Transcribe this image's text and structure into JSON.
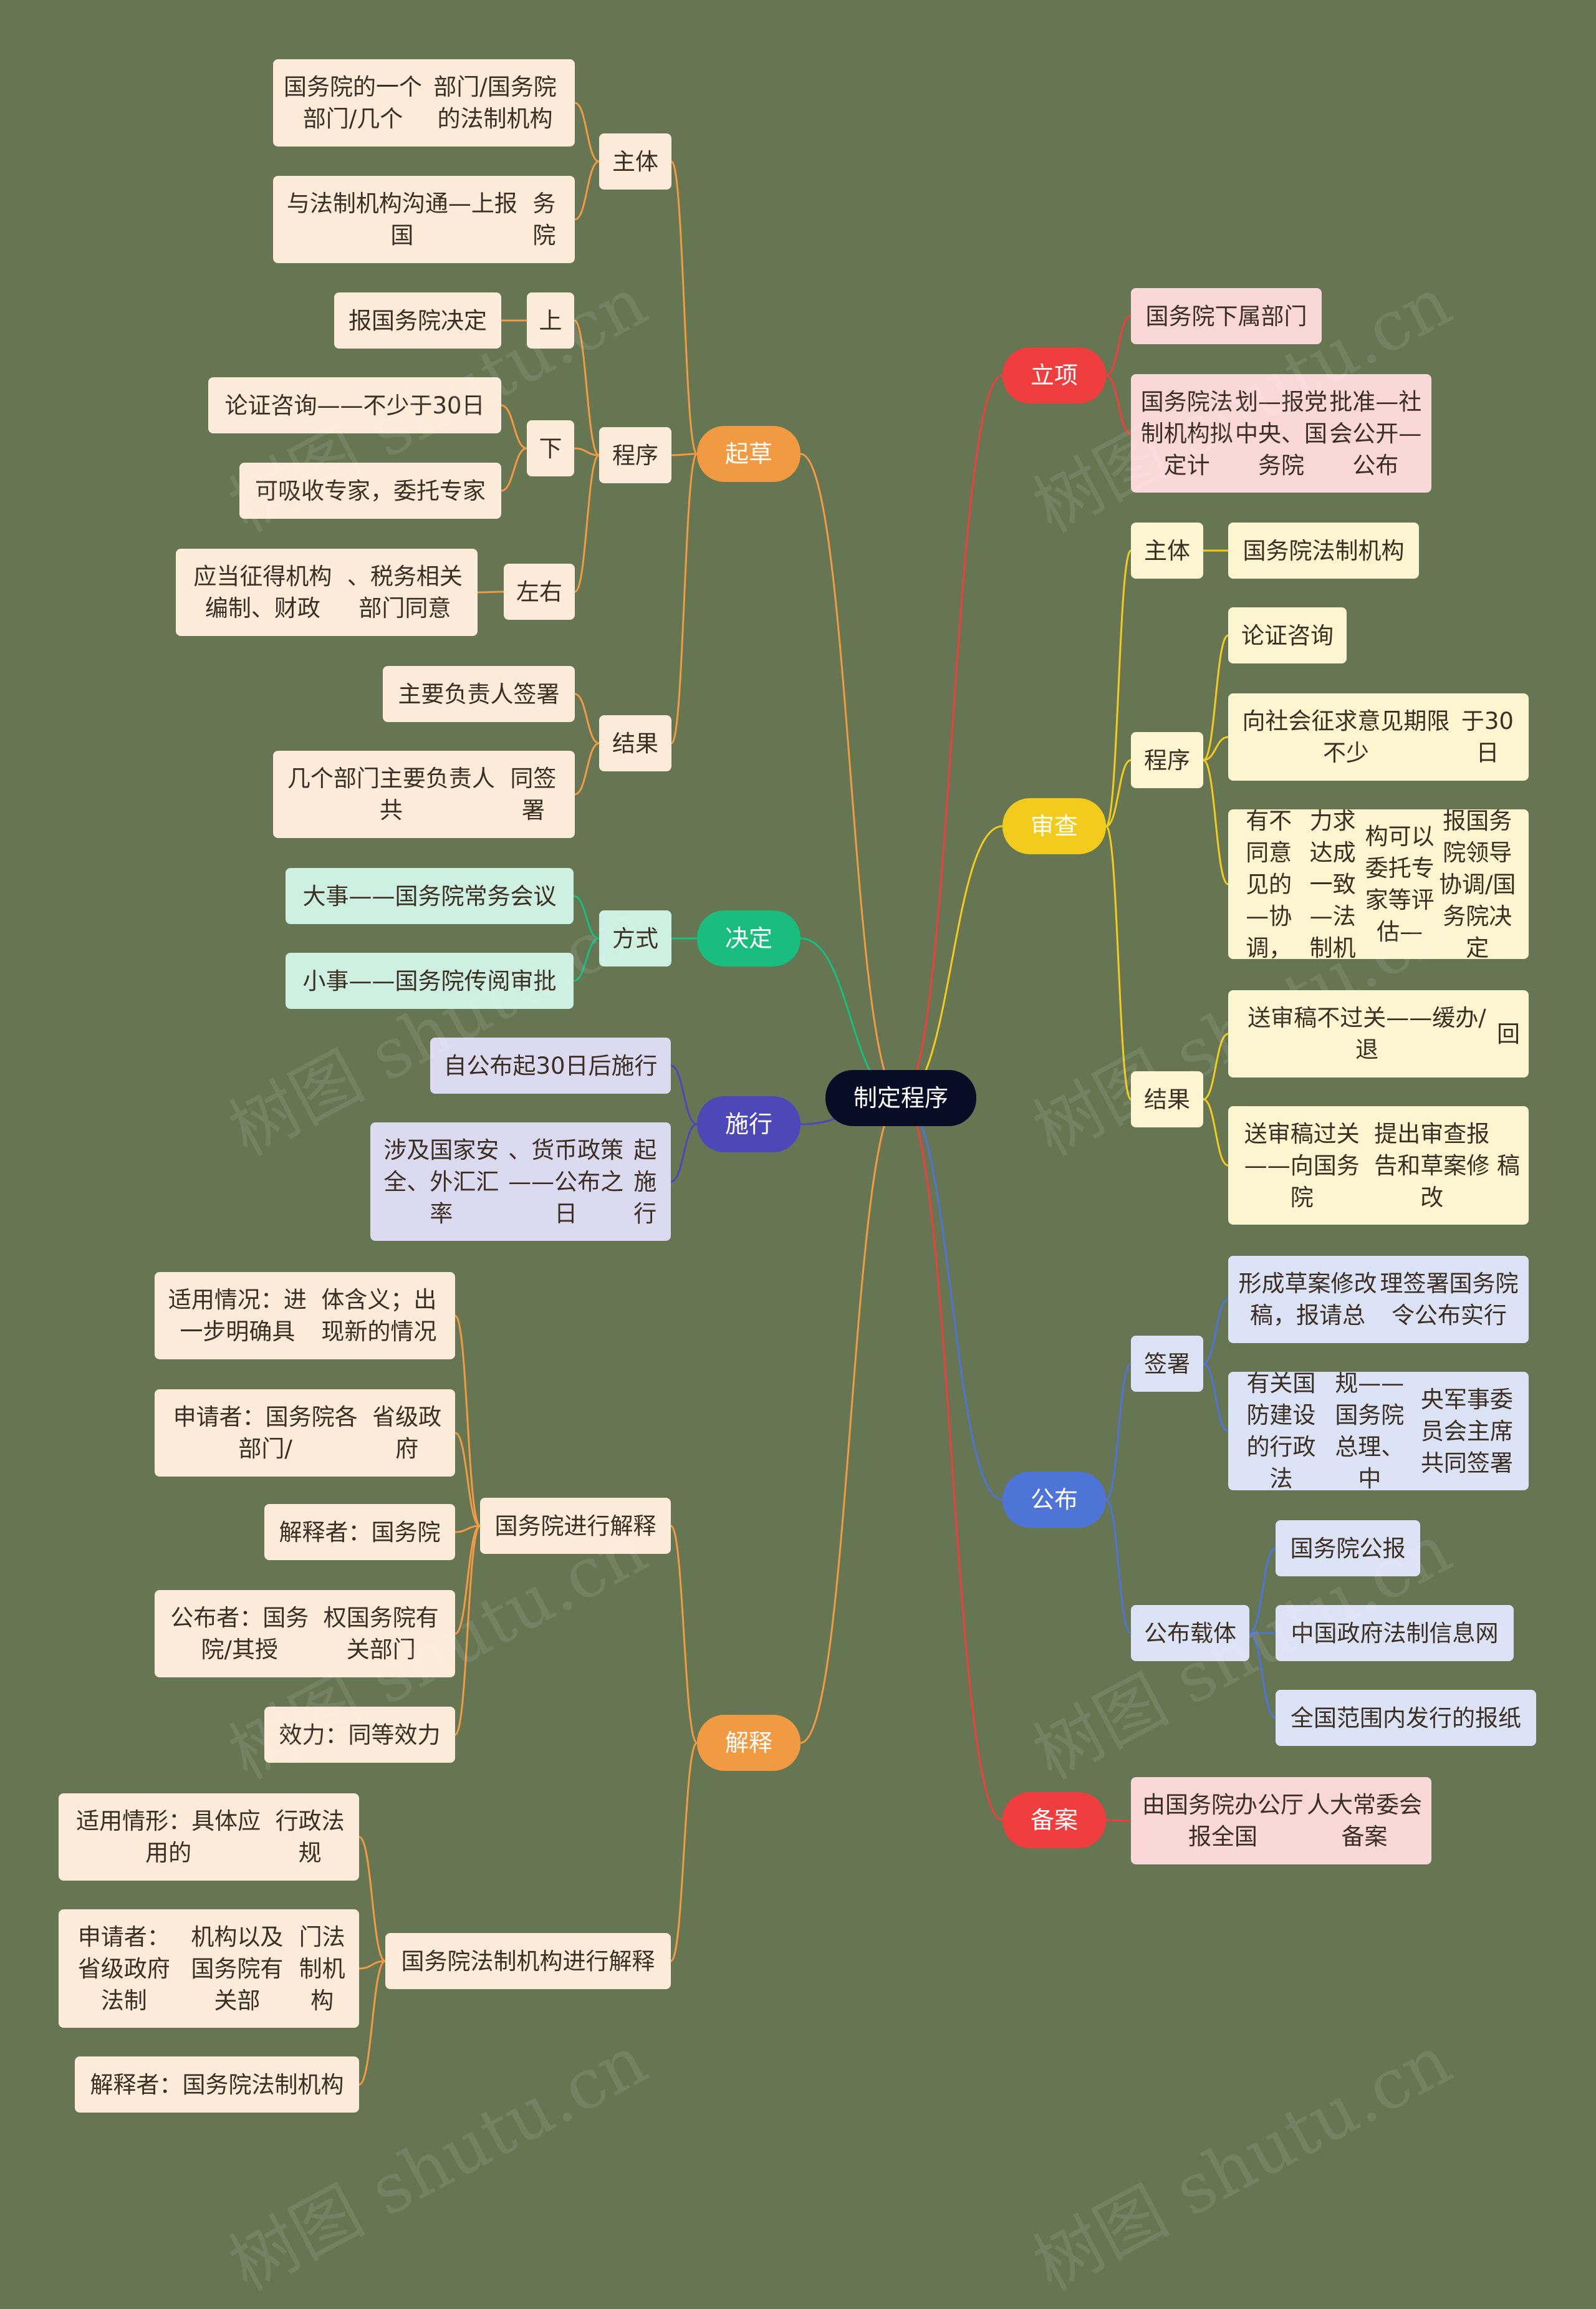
{
  "colors": {
    "background": "#667653",
    "root": "#070d24",
    "qicao": "#f19a42",
    "qicao_leaf": "#fdebd9",
    "jueding": "#19bd7d",
    "jueding_leaf": "#cdf0e2",
    "shixing": "#4d48b7",
    "shixing_leaf": "#dbdaf1",
    "jieshi": "#f19a42",
    "lixiang": "#f03d3d",
    "lixiang_leaf": "#fbd8d8",
    "shencha": "#f2cb1d",
    "shencha_leaf": "#fdf5cf",
    "gongbu": "#4f74d8",
    "gongbu_leaf": "#dce3f7",
    "beian": "#f03d3d"
  },
  "watermark": "树图 shutu.cn",
  "root": "制定程序",
  "left": {
    "qicao": {
      "label": "起草",
      "zhuti": {
        "label": "主体",
        "items": [
          "国务院的一个部门/几个部门/国务院的法制机构",
          "与法制机构沟通—上报国务院"
        ]
      },
      "chengxu": {
        "label": "程序",
        "shang": {
          "label": "上",
          "items": [
            "报国务院决定"
          ]
        },
        "xia": {
          "label": "下",
          "items": [
            "论证咨询——不少于30日",
            "可吸收专家，委托专家"
          ]
        },
        "zuoyou": {
          "label": "左右",
          "items": [
            "应当征得机构编制、财政、税务相关部门同意"
          ]
        }
      },
      "jieguo": {
        "label": "结果",
        "items": [
          "主要负责人签署",
          "几个部门主要负责人共同签署"
        ]
      }
    },
    "jueding": {
      "label": "决定",
      "fangshi": {
        "label": "方式",
        "items": [
          "大事——国务院常务会议",
          "小事——国务院传阅审批"
        ]
      }
    },
    "shixing": {
      "label": "施行",
      "items": [
        "自公布起30日后施行",
        "涉及国家安全、外汇汇率、货币政策——公布之日起施行"
      ]
    },
    "jieshi": {
      "label": "解释",
      "guowuyuan": {
        "label": "国务院进行解释",
        "items": [
          "适用情况：进一步明确具体含义；出现新的情况",
          "申请者：国务院各部门/省级政府",
          "解释者：国务院",
          "公布者：国务院/其授权国务院有关部门",
          "效力：同等效力"
        ]
      },
      "fazhi": {
        "label": "国务院法制机构进行解释",
        "items": [
          "适用情形：具体应用的行政法规",
          "申请者：省级政府法制机构以及国务院有关部门法制机构",
          "解释者：国务院法制机构"
        ]
      }
    }
  },
  "right": {
    "lixiang": {
      "label": "立项",
      "items": [
        "国务院下属部门",
        "国务院法制机构拟定计划—报党中央、国务院批准—社会公开—公布"
      ]
    },
    "shencha": {
      "label": "审查",
      "zhuti": {
        "label": "主体",
        "items": [
          "国务院法制机构"
        ]
      },
      "chengxu": {
        "label": "程序",
        "items": [
          "论证咨询",
          "向社会征求意见期限不少于30日",
          "有不同意见的—协调，力求达成一致—法制机构可以委托专家等评估—报国务院领导协调/国务院决定"
        ]
      },
      "jieguo": {
        "label": "结果",
        "items": [
          "送审稿不过关——缓办/退回",
          "送审稿过关——向国务院提出审查报告和草案修改稿"
        ]
      }
    },
    "gongbu": {
      "label": "公布",
      "qianshu": {
        "label": "签署",
        "items": [
          "形成草案修改稿，报请总理签署国务院令公布实行",
          "有关国防建设的行政法规——国务院总理、中央军事委员会主席共同签署"
        ]
      },
      "zaiti": {
        "label": "公布载体",
        "items": [
          "国务院公报",
          "中国政府法制信息网",
          "全国范围内发行的报纸"
        ]
      }
    },
    "beian": {
      "label": "备案",
      "items": [
        "由国务院办公厅报全国人大常委会备案"
      ]
    }
  }
}
